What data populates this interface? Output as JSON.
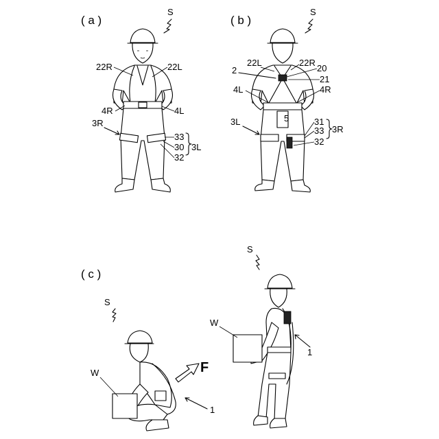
{
  "panels": {
    "a": {
      "title": "( a )",
      "labels": {
        "subject": "S",
        "strap_right": "22R",
        "strap_left": "22L",
        "belt_right": "4R",
        "belt_left": "4L",
        "thigh_right": "3R",
        "n33": "33",
        "n30": "30",
        "n32": "32",
        "group": "3L"
      }
    },
    "b": {
      "title": "( b )",
      "labels": {
        "subject": "S",
        "n22L": "22L",
        "n22R": "22R",
        "n20": "20",
        "n2": "2",
        "n21": "21",
        "n4L": "4L",
        "n4R": "4R",
        "n3L": "3L",
        "n5": "5",
        "n31": "31",
        "n33": "33",
        "n32": "32",
        "group": "3R"
      }
    },
    "c": {
      "title": "( c )",
      "labels": {
        "subject_crouch": "S",
        "subject_stand": "S",
        "work_crouch": "W",
        "work_stand": "W",
        "force": "F",
        "device_crouch": "1",
        "device_stand": "1"
      }
    }
  }
}
